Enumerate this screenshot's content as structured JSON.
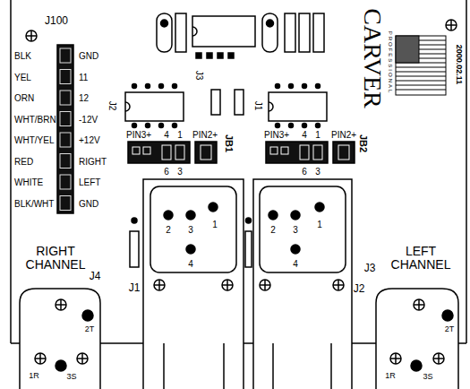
{
  "diagram": {
    "labels": [
      "J100",
      "BLK",
      "YEL",
      "ORN",
      "WHT/BRN",
      "WHT/YEL",
      "RED",
      "WHITE",
      "BLK/WHT",
      "GND",
      "11",
      "12",
      "-12V",
      "+12V",
      "RIGHT",
      "LEFT",
      "GND",
      "J3",
      "J2",
      "J1",
      "PIN3+",
      "4",
      "1",
      "PIN2+",
      "JB1",
      "PIN3+",
      "4",
      "1",
      "PIN2+",
      "JB2",
      "6",
      "3",
      "6",
      "3",
      "2",
      "3",
      "1",
      "4",
      "J1",
      "2",
      "3",
      "1",
      "4",
      "J2",
      "RIGHT CHANNEL",
      "J4",
      "2T",
      "1R",
      "3S",
      "LEFT CHANNEL",
      "J3",
      "2T",
      "1R",
      "3S",
      "CARVER",
      "PROFESSIONAL",
      "2000.02.11"
    ]
  }
}
